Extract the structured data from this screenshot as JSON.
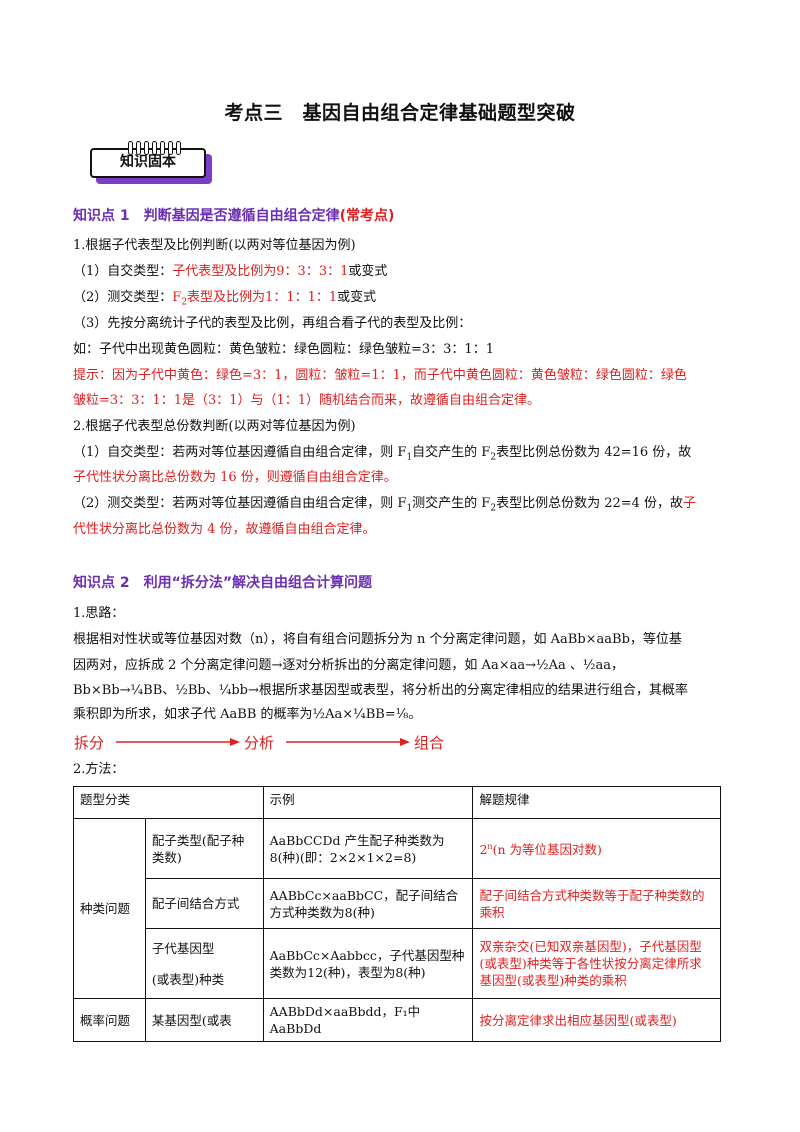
{
  "title": "考点三　基因自由组合定律基础题型突破",
  "badge": "知识固本",
  "kp1": {
    "heading": "知识点 1　判断基因是否遵循自由组合定律",
    "heading_tag": "(常考点)",
    "l1": "1.根据子代表型及比例判断(以两对等位基因为例)",
    "l2a": "（1）自交类型：",
    "l2b": "子代表型及比例为9：3：3：1",
    "l2c": "或变式",
    "l3a": "（2）测交类型：",
    "l3b1": "F",
    "l3sub": "2",
    "l3b2": "表型及比例为1：1：1：1",
    "l3c": "或变式",
    "l4": "（3）先按分离统计子代的表型及比例，再组合看子代的表型及比例：",
    "l5": "如：子代中出现黄色圆粒：黄色皱粒：绿色圆粒：绿色皱粒=3：3：1：1",
    "l6": "提示：因为子代中黄色：绿色=3：1，圆粒：皱粒=1：1，而子代中黄色圆粒：黄色皱粒：绿色圆粒：绿色",
    "l7": "皱粒=3：3：1：1是（3：1）与（1：1）随机结合而来，故遵循自由组合定律。",
    "l8": "2.根据子代表型总份数判断(以两对等位基因为例)",
    "l9a": "（1）自交类型：若两对等位基因遵循自由组合定律，则 F",
    "l9s1": "1",
    "l9b": "自交产生的 F",
    "l9s2": "2",
    "l9c": "表型比例总份数为 42=16 份，故",
    "l10": "子代性状分离比总份数为 16 份，则遵循自由组合定律。",
    "l11a": "（2）测交类型：若两对等位基因遵循自由组合定律，则 F",
    "l11s1": "1",
    "l11b": "测交产生的 F",
    "l11s2": "2",
    "l11c": "表型比例总份数为 22=4 份，故",
    "l11d": "子",
    "l12": "代性状分离比总份数为 4 份，故遵循自由组合定律。"
  },
  "kp2": {
    "heading": "知识点 2　利用“拆分法”解决自由组合计算问题",
    "l1": "1.思路：",
    "l2": "根据相对性状或等位基因对数（n），将自有组合问题拆分为 n 个分离定律问题，如 AaBb×aaBb，等位基",
    "l3": "因两对，应拆成 2 个分离定律问题→逐对分析拆出的分离定律问题，如 Aa×aa→½Aa 、½aa，",
    "l4": "Bb×Bb→¼BB、½Bb、¼bb→根据所求基因型或表型，将分析出的分离定律相应的结果进行组合，其概率",
    "l5": "乘积即为所求，如求子代 AaBB 的概率为½Aa×¼BB=⅛。",
    "flow": [
      "拆分",
      "分析",
      "组合"
    ],
    "l6": "2.方法："
  },
  "table": {
    "headers": [
      "题型分类",
      "示例",
      "解题规律"
    ],
    "group1": "种类问题",
    "group2": "概率问题",
    "rows": [
      {
        "type": "配子类型(配子种类数)",
        "example": "AaBbCCDd 产生配子种类数为8(种)(即：2×2×1×2=8)",
        "rule_pre": "2",
        "rule_sup": "n",
        "rule": "(n 为等位基因对数)"
      },
      {
        "type": "配子间结合方式",
        "example": "AABbCc×aaBbCC，配子间结合方式种类数为8(种)",
        "rule": "配子间结合方式种类数等于配子种类数的乘积"
      },
      {
        "type1": "子代基因型",
        "type2": "(或表型)种类",
        "example": "AaBbCc×Aabbcc，子代基因型种类数为12(种)，表型为8(种)",
        "rule": "双亲杂交(已知双亲基因型)，子代基因型(或表型)种类等于各性状按分离定律所求基因型(或表型)种类的乘积"
      },
      {
        "type": "某基因型(或表",
        "example": "AABbDd×aaBbdd，F₁中 AaBbDd",
        "rule": "按分离定律求出相应基因型(或表型)"
      }
    ]
  }
}
